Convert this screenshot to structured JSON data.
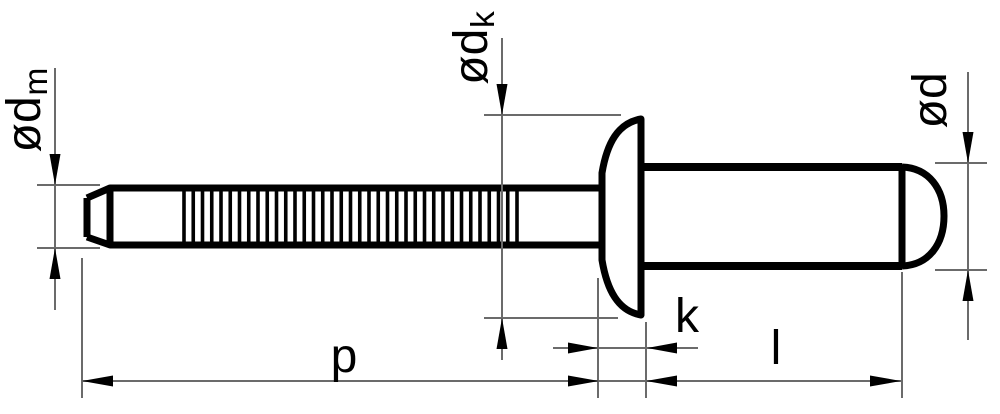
{
  "figure": {
    "background": "#ffffff",
    "outline_color": "#000000",
    "dimension_line_color": "#6b6b6b",
    "text_color": "#000000"
  },
  "labels": {
    "mandrel_diameter": {
      "symbol": "ød",
      "subscript": "m"
    },
    "head_diameter": {
      "symbol": "ød",
      "subscript": "k"
    },
    "body_diameter": {
      "symbol": "ød",
      "subscript": ""
    },
    "mandrel_length": "p",
    "head_height": "k",
    "body_length": "l"
  }
}
